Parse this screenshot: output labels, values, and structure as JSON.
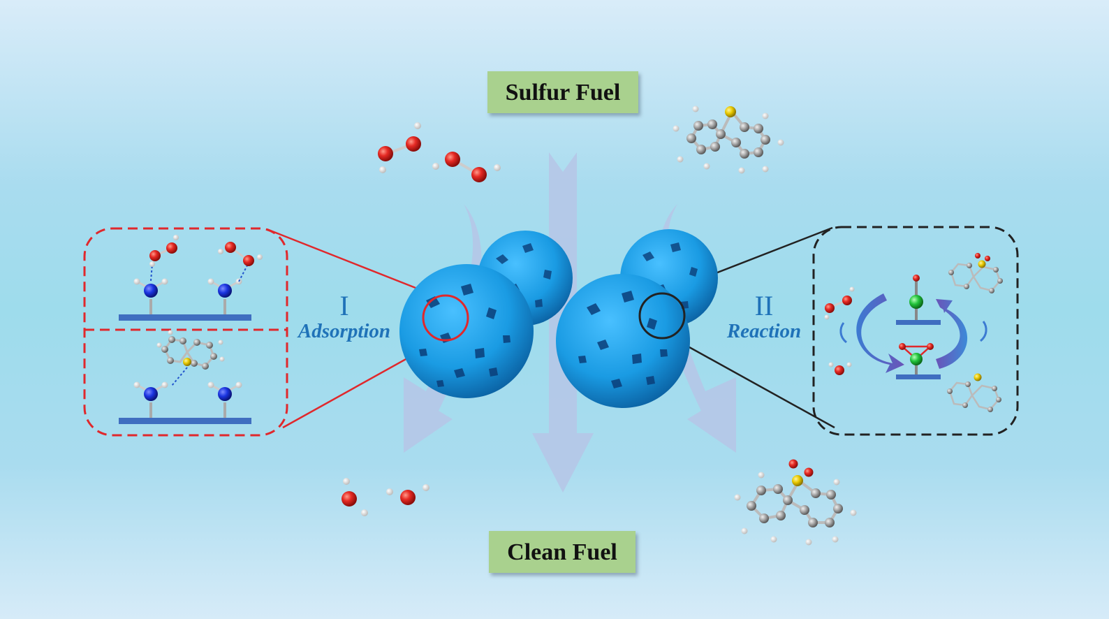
{
  "labels": {
    "sulfur_fuel": "Sulfur Fuel",
    "clean_fuel": "Clean Fuel"
  },
  "steps": [
    {
      "numeral": "I",
      "name": "Adsorption"
    },
    {
      "numeral": "II",
      "name": "Reaction"
    }
  ],
  "colors": {
    "particle": "#1aa0e6",
    "adsorption_box": "#e0282c",
    "reaction_box": "#222222",
    "label_bg": "#a9d18e",
    "step_text": "#1f72b8",
    "oxygen": "#e0201e",
    "hydrogen": "#f4f4f4",
    "nitrogen": "#1630d6",
    "sulfur": "#e0c000",
    "carbon": "#a8a8a8",
    "metal_site": "#1cc43a"
  }
}
